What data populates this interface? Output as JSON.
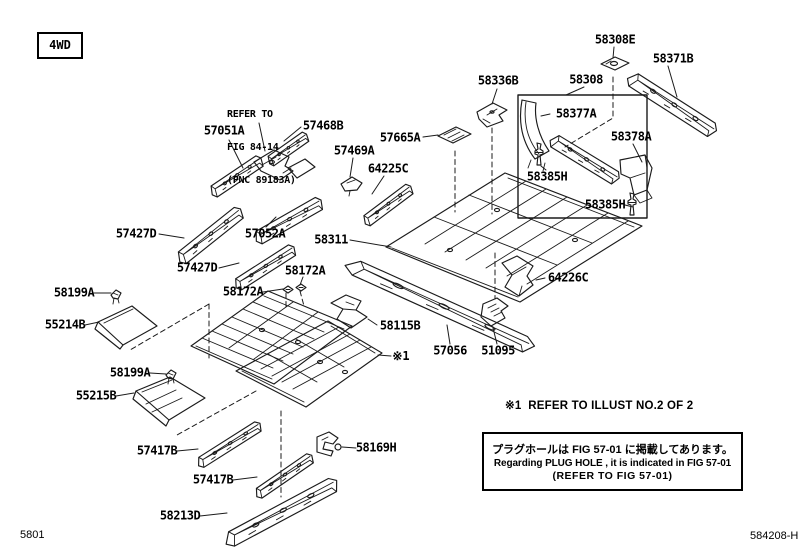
{
  "page": {
    "drive_type": "4WD",
    "figure_code": "5801",
    "drawing_code": "584208-H"
  },
  "notes": {
    "refer_pnc": {
      "line1": "REFER TO",
      "line2": "FIG 84-14",
      "line3": "(PNC 89183A)"
    },
    "illust_ref": "※1  REFER TO ILLUST NO.2 OF 2",
    "panel_marker": "※1",
    "plug_hole": {
      "jp": "プラグホールは FIG 57-01 に掲載してあります。",
      "en": "Regarding PLUG HOLE , it is indicated in FIG 57-01",
      "ref": "(REFER TO FIG 57-01)"
    }
  },
  "part_numbers": {
    "n57051A": "57051A",
    "n57468B": "57468B",
    "n57469A": "57469A",
    "n57665A": "57665A",
    "n64225C": "64225C",
    "n58336B": "58336B",
    "n58308E": "58308E",
    "n58308": "58308",
    "n58371B": "58371B",
    "n58377A": "58377A",
    "n58378A": "58378A",
    "n58385H": "58385H",
    "n57427D": "57427D",
    "n57052A": "57052A",
    "n58311": "58311",
    "n58172A": "58172A",
    "n58199A": "58199A",
    "n55214B": "55214B",
    "n55215B": "55215B",
    "n58115B": "58115B",
    "n57056": "57056",
    "n51095": "51095",
    "n64226C": "64226C",
    "n57417B": "57417B",
    "n58169H": "58169H",
    "n58213D": "58213D"
  }
}
